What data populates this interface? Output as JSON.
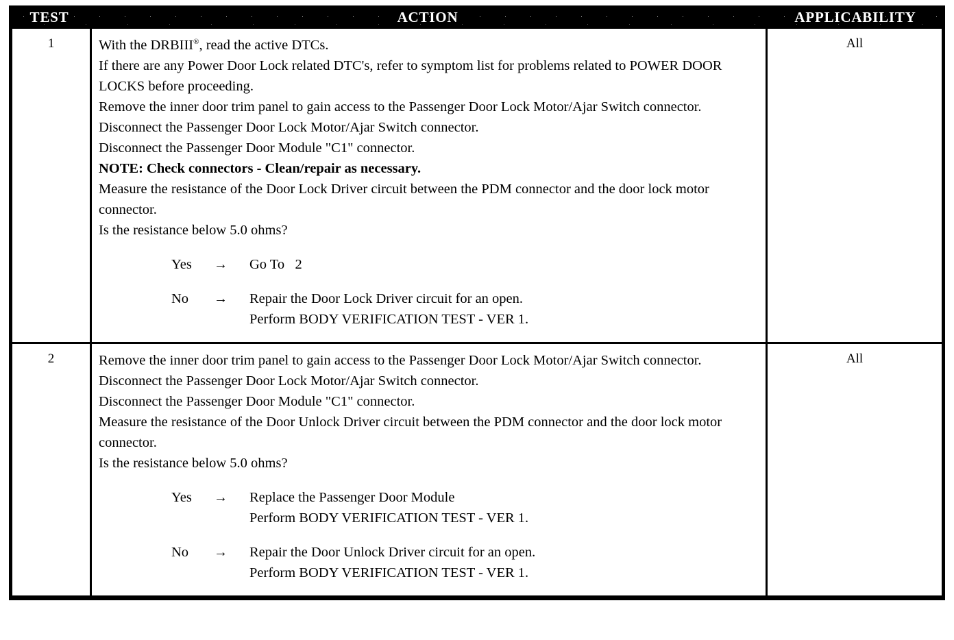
{
  "table": {
    "columns": [
      {
        "id": "test",
        "label": "TEST"
      },
      {
        "id": "action",
        "label": "ACTION"
      },
      {
        "id": "applicability",
        "label": "APPLICABILITY"
      }
    ],
    "header_background": "#000000",
    "header_text_color": "#ffffff",
    "border_color": "#000000",
    "rows": [
      {
        "test": "1",
        "applicability": "All",
        "lines": [
          {
            "text": "With the DRBIII",
            "superscript": "®",
            "text_after": ", read the active DTCs.",
            "style": "normal",
            "justify": false
          },
          {
            "text": "If there are any Power Door Lock related DTC's, refer to symptom list for problems related to POWER DOOR LOCKS before proceeding.",
            "style": "normal",
            "justify": false
          },
          {
            "text": "Remove the inner door trim panel to gain access to the Passenger Door Lock Motor/Ajar Switch connector.",
            "style": "normal",
            "justify": true
          },
          {
            "text": "Disconnect the Passenger Door Lock Motor/Ajar Switch connector.",
            "style": "normal",
            "justify": false
          },
          {
            "text": "Disconnect the Passenger Door Module \"C1\" connector.",
            "style": "normal",
            "justify": false
          },
          {
            "text": "NOTE: Check connectors - Clean/repair as necessary.",
            "style": "bold",
            "justify": false
          },
          {
            "text": "Measure the resistance of the Door Lock Driver circuit between the PDM connector and the door lock motor connector.",
            "style": "normal",
            "justify": false
          },
          {
            "text": "Is the resistance below 5.0 ohms?",
            "style": "normal",
            "justify": false
          }
        ],
        "branches": [
          {
            "label": "Yes",
            "arrow": "→",
            "result_lines": [
              "Go To   2"
            ]
          },
          {
            "label": "No",
            "arrow": "→",
            "result_lines": [
              "Repair the Door Lock Driver circuit for an open.",
              "Perform BODY VERIFICATION TEST - VER 1."
            ]
          }
        ]
      },
      {
        "test": "2",
        "applicability": "All",
        "lines": [
          {
            "text": "Remove the inner door trim panel to gain access to the Passenger Door Lock Motor/Ajar Switch connector.",
            "style": "normal",
            "justify": true
          },
          {
            "text": "Disconnect the Passenger Door Lock Motor/Ajar Switch connector.",
            "style": "normal",
            "justify": false
          },
          {
            "text": "Disconnect the Passenger Door Module \"C1\" connector.",
            "style": "normal",
            "justify": false
          },
          {
            "text": "Measure the resistance of the Door Unlock Driver circuit between the PDM connector and the door lock motor connector.",
            "style": "normal",
            "justify": false
          },
          {
            "text": "Is the resistance below 5.0 ohms?",
            "style": "normal",
            "justify": false
          }
        ],
        "branches": [
          {
            "label": "Yes",
            "arrow": "→",
            "result_lines": [
              "Replace the Passenger Door Module",
              "Perform BODY VERIFICATION TEST - VER 1."
            ]
          },
          {
            "label": "No",
            "arrow": "→",
            "result_lines": [
              "Repair the Door Unlock Driver circuit for an open.",
              "Perform BODY VERIFICATION TEST - VER 1."
            ]
          }
        ]
      }
    ]
  }
}
